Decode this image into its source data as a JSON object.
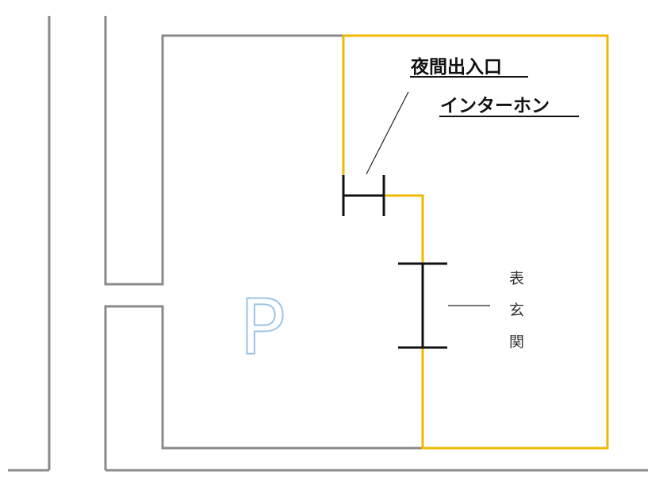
{
  "labels": {
    "night_entrance": "夜間出入口",
    "intercom": "インターホン",
    "main_entrance": [
      "表",
      "玄",
      "関"
    ],
    "parking": "P"
  },
  "colors": {
    "road": "#8a8a8a",
    "building": "#f2b800",
    "door": "#111111",
    "leader": "#222222",
    "parking_fill": "#ffffff",
    "parking_stroke": "#9dc3e6"
  }
}
